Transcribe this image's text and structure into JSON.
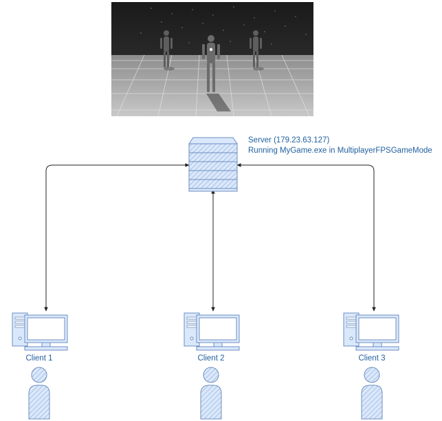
{
  "server": {
    "label_line1": "Server (179.23.63.127)",
    "label_line2": "Running MyGame.exe in MultiplayerFPSGameMode",
    "icon": "server-rack-icon"
  },
  "clients": [
    {
      "label": "Client 1",
      "icon": "desktop-computer-icon"
    },
    {
      "label": "Client 2",
      "icon": "desktop-computer-icon"
    },
    {
      "label": "Client 3",
      "icon": "desktop-computer-icon"
    }
  ],
  "users": [
    {
      "icon": "user-icon"
    },
    {
      "icon": "user-icon"
    },
    {
      "icon": "user-icon"
    }
  ],
  "screenshot": {
    "icon": "game-scene-three-characters"
  },
  "colors": {
    "icon_fill": "#dae8fc",
    "icon_stroke": "#6c8ebf",
    "text": "#1f5f9e",
    "connector": "#222222"
  }
}
